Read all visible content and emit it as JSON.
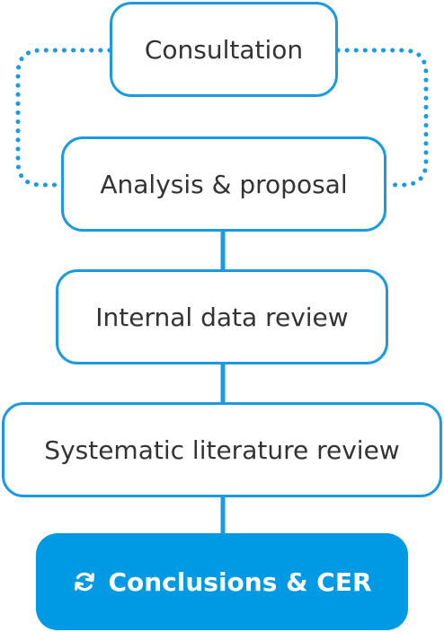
{
  "steps": [
    {
      "label": "Consultation"
    },
    {
      "label": "Analysis & proposal"
    },
    {
      "label": "Internal data review"
    },
    {
      "label": "Systematic literature review"
    }
  ],
  "final_step": {
    "label": "Conclusions & CER",
    "icon": "refresh-icon"
  },
  "colors": {
    "accent": "#1a9be0",
    "final_fill": "#009ae4",
    "text": "#333333",
    "final_text": "#ffffff"
  }
}
